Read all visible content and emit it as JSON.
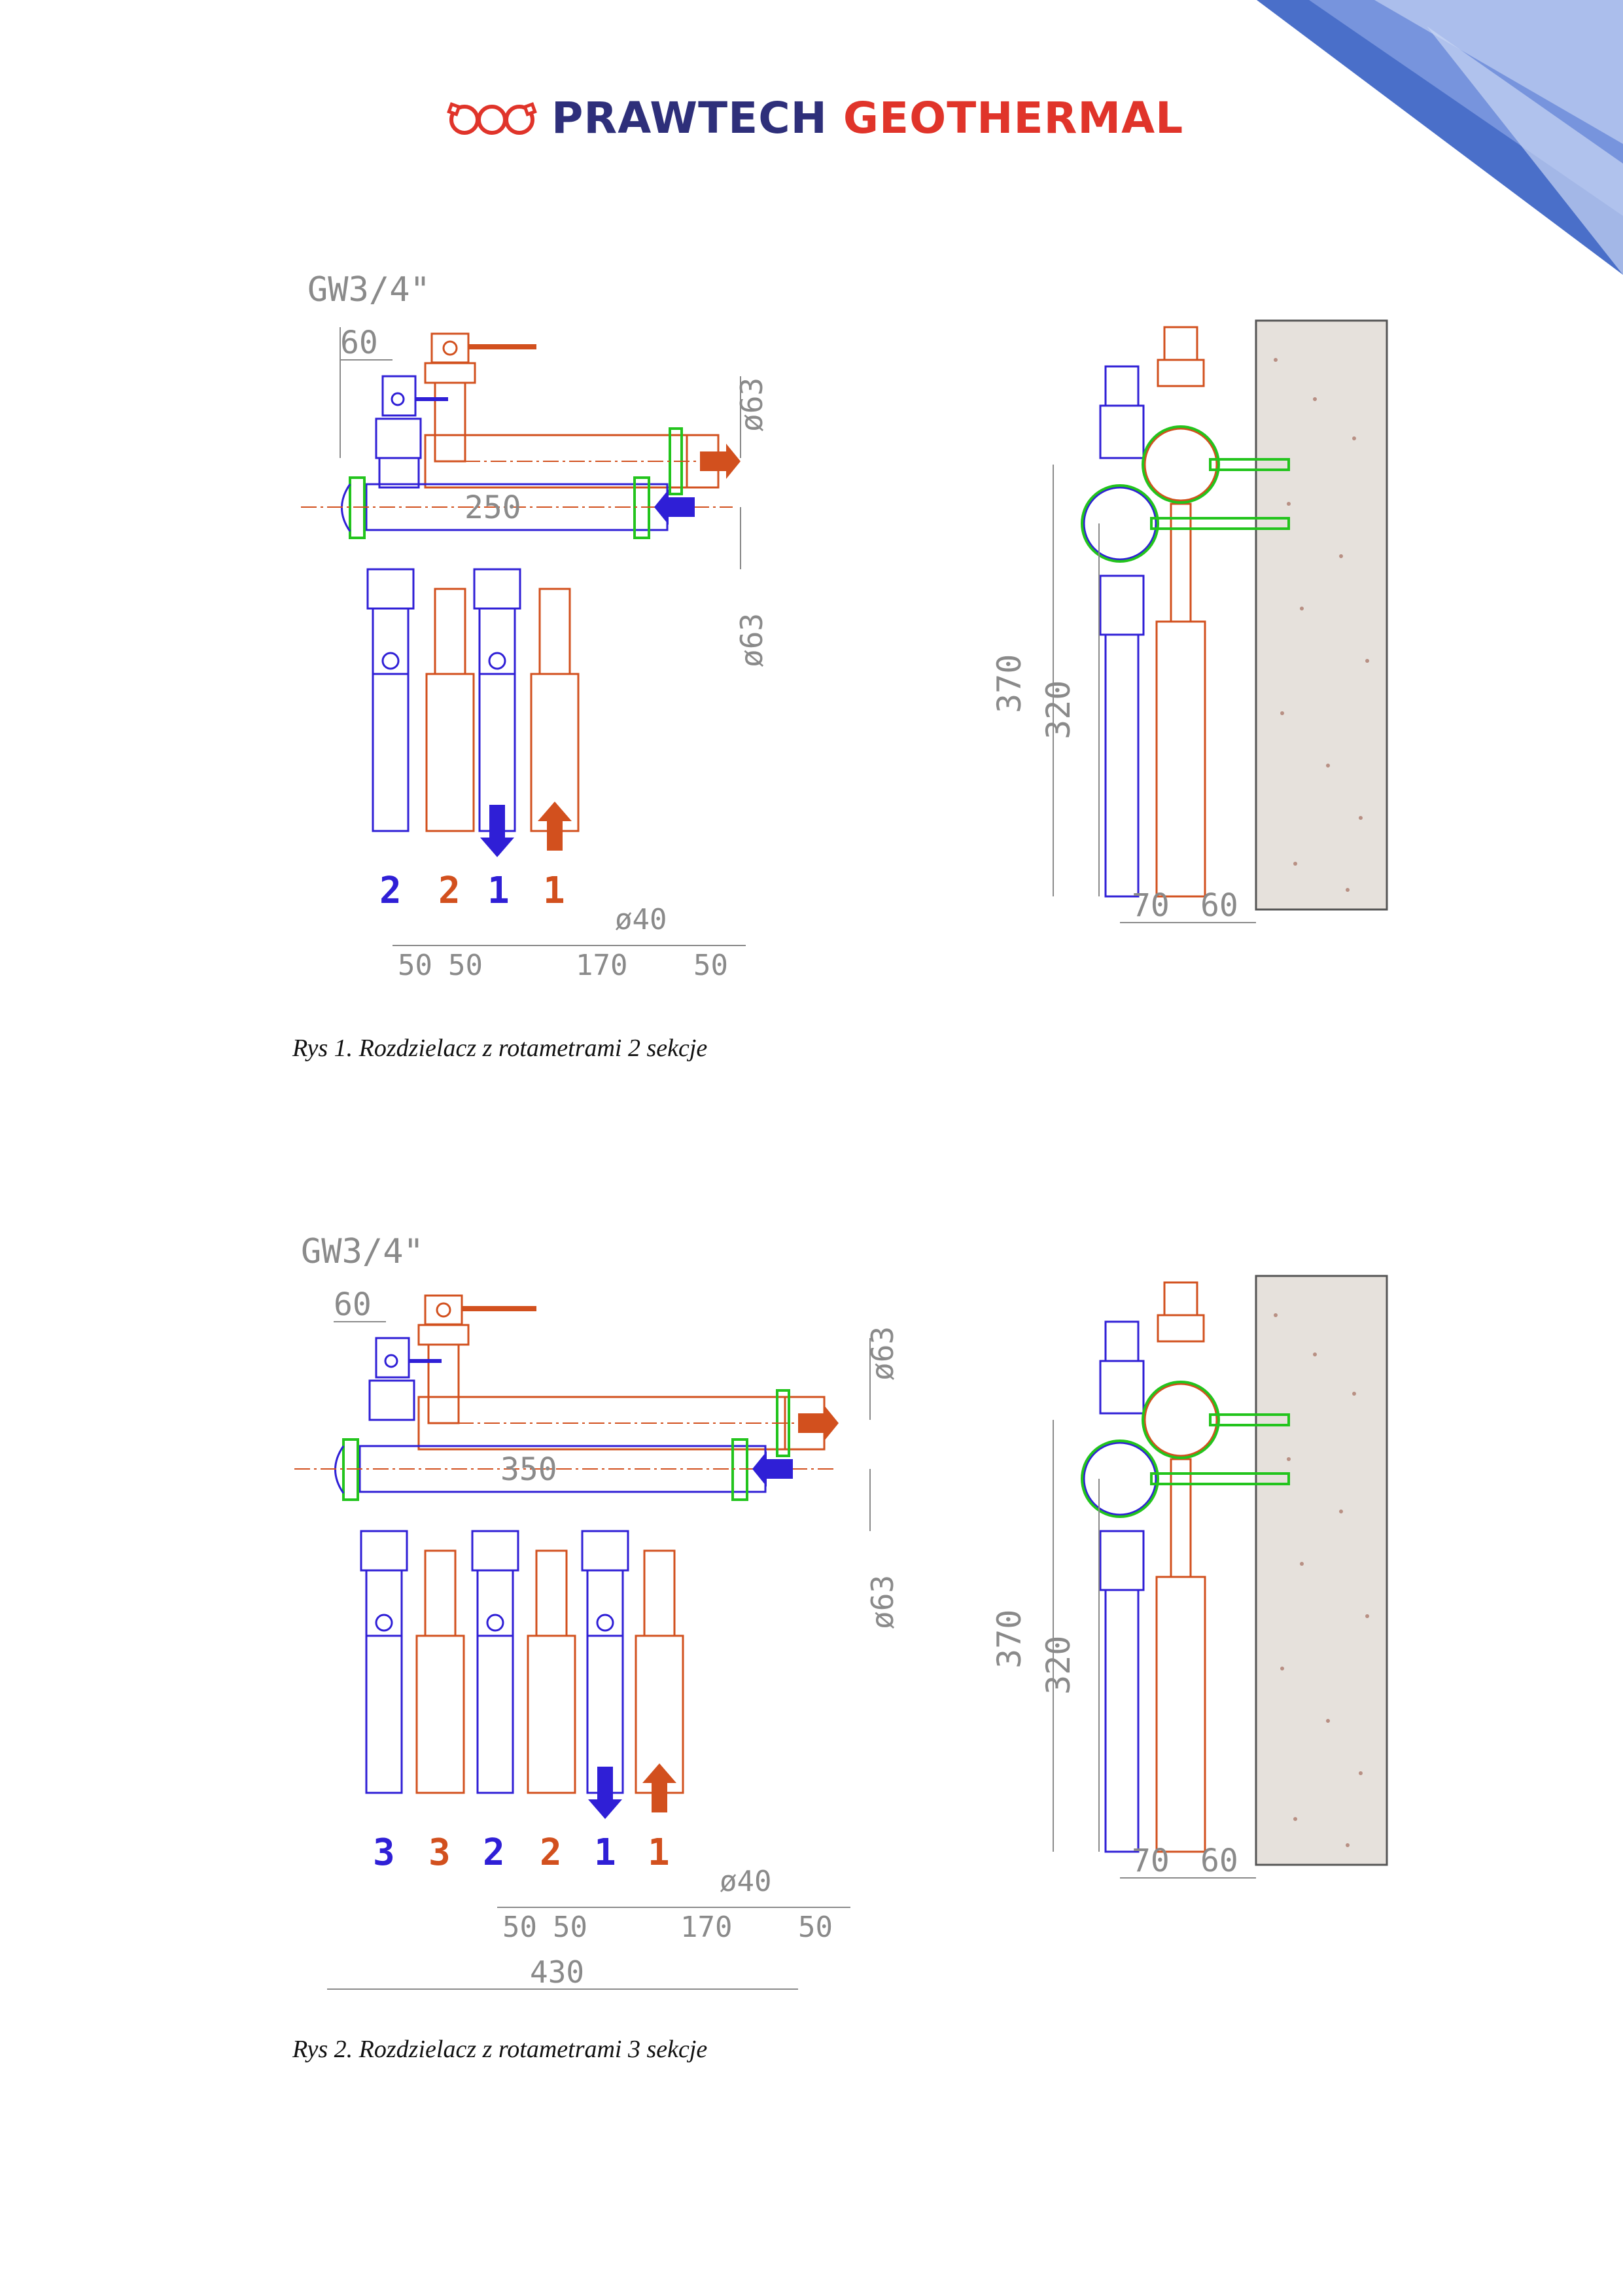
{
  "header": {
    "brand_primary": "PRAWTECH",
    "brand_secondary": "GEOTHERMAL",
    "brand_colors": {
      "primary": "#2e2f7a",
      "secondary": "#e0342a",
      "corner": "#4a6fc9"
    }
  },
  "figure1": {
    "front": {
      "thread_label": "GW3/4\"",
      "dim_top": "60",
      "dim_length": "250",
      "dim_d63_top": "ø63",
      "dim_d63_bottom": "ø63",
      "dim_d40": "ø40",
      "bottom_dims": [
        "50",
        "50",
        "170",
        "50"
      ],
      "circuits": [
        "2",
        "2",
        "1",
        "1"
      ]
    },
    "side": {
      "dim_370": "370",
      "dim_320": "320",
      "dim_70": "70",
      "dim_60": "60"
    },
    "caption": "Rys 1. Rozdzielacz z rotametrami 2 sekcje"
  },
  "figure2": {
    "front": {
      "thread_label": "GW3/4\"",
      "dim_top": "60",
      "dim_length": "350",
      "dim_d63_top": "ø63",
      "dim_d63_bottom": "ø63",
      "dim_d40": "ø40",
      "bottom_dims": [
        "50",
        "50",
        "170",
        "50"
      ],
      "dim_total": "430",
      "circuits": [
        "3",
        "3",
        "2",
        "2",
        "1",
        "1"
      ]
    },
    "side": {
      "dim_370": "370",
      "dim_320": "320",
      "dim_70": "70",
      "dim_60": "60"
    },
    "caption": "Rys 2. Rozdzielacz z rotametrami 3 sekcje"
  },
  "colors": {
    "supply": "#d2501e",
    "return": "#2f1fd6",
    "clamp": "#23c41d",
    "dim": "#8a8a8a",
    "wall_fill": "#e6e1dc",
    "wall_dot": "#9a5a4a"
  }
}
